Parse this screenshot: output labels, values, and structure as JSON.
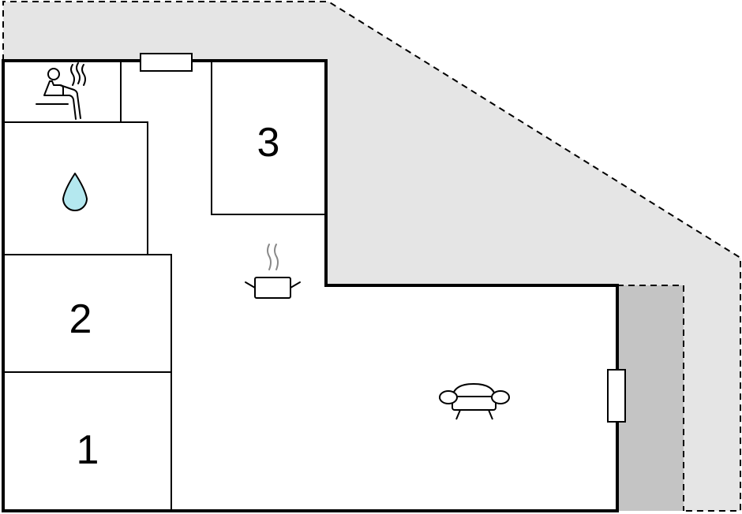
{
  "floor_plan": {
    "rooms": [
      {
        "id": "bedroom-1",
        "label": "1"
      },
      {
        "id": "bedroom-2",
        "label": "2"
      },
      {
        "id": "bedroom-3",
        "label": "3"
      }
    ],
    "icons": {
      "sauna": "sauna-icon",
      "bathroom": "water-drop-icon",
      "kitchen": "cooking-pot-icon",
      "living_room": "sofa-icon"
    },
    "colors": {
      "terrace": "#e5e5e5",
      "covered_terrace": "#c4c4c4",
      "wall": "#000000",
      "water": "#b4e8ef"
    }
  }
}
